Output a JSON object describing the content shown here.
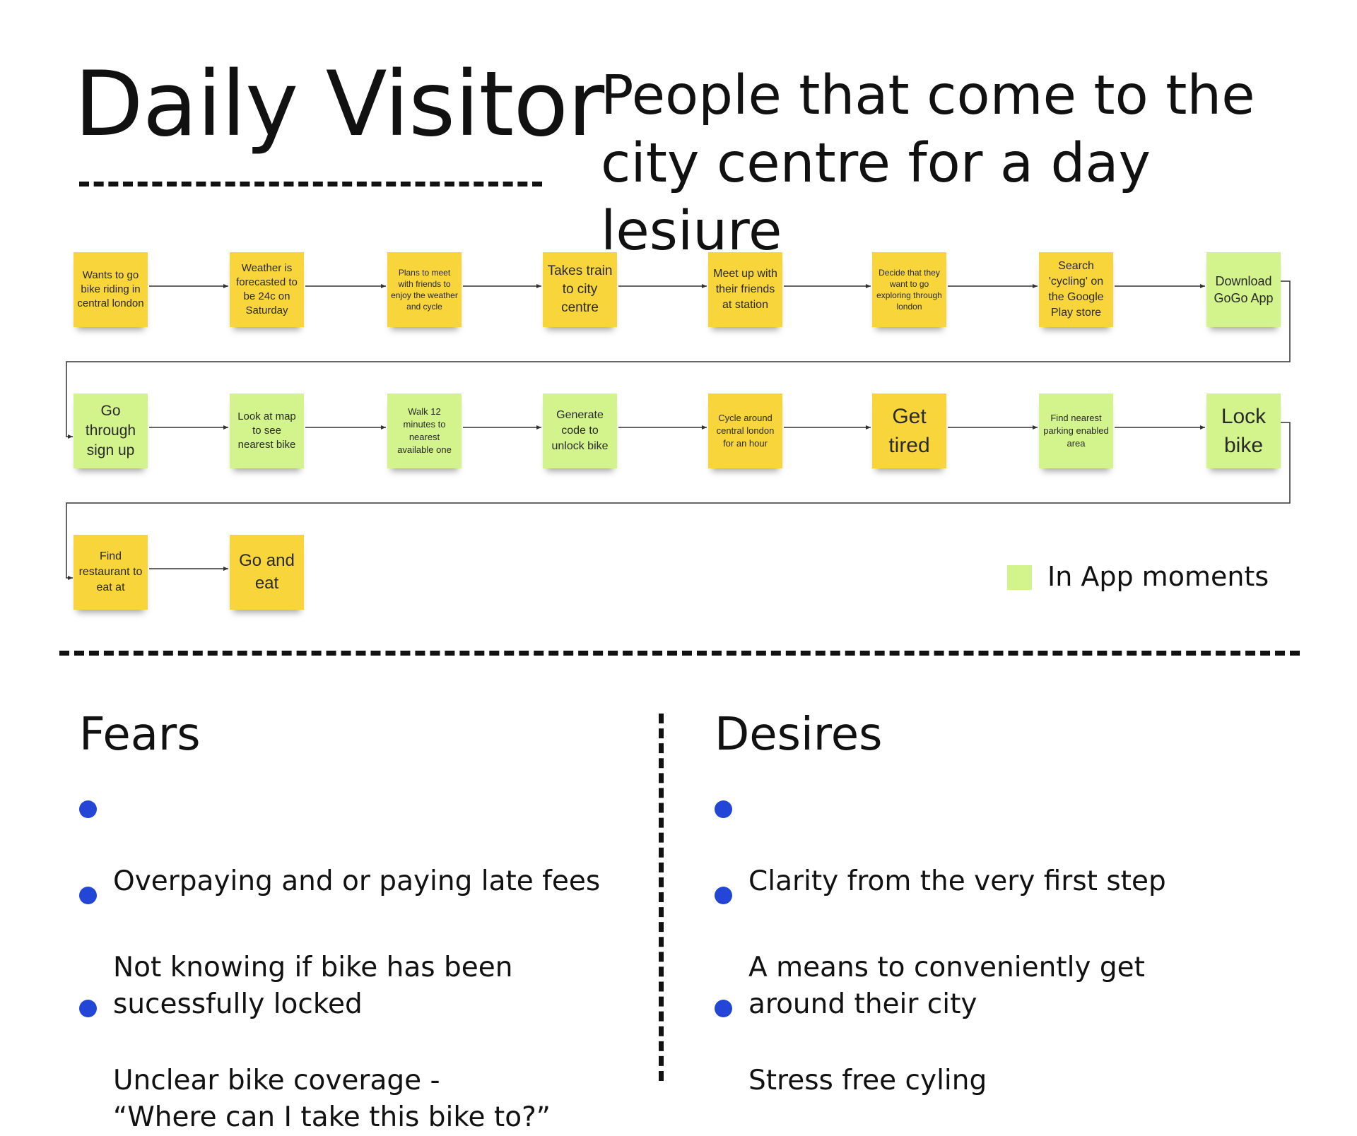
{
  "header": {
    "title": "Daily Visitor",
    "subtitle": "People that come to the city centre for a day lesiure"
  },
  "journey": [
    {
      "text": "Wants to go bike riding in central london",
      "in_app": false
    },
    {
      "text": "Weather is forecasted to be 24c on Saturday",
      "in_app": false
    },
    {
      "text": "Plans to meet with friends to enjoy the weather and cycle",
      "in_app": false
    },
    {
      "text": "Takes train to city centre",
      "in_app": false
    },
    {
      "text": "Meet up with their friends at station",
      "in_app": false
    },
    {
      "text": "Decide that they want to go exploring through london",
      "in_app": false
    },
    {
      "text": "Search 'cycling' on the Google Play store",
      "in_app": false
    },
    {
      "text": "Download GoGo App",
      "in_app": true
    },
    {
      "text": "Go through sign up",
      "in_app": true
    },
    {
      "text": "Look at map to see nearest bike",
      "in_app": true
    },
    {
      "text": "Walk 12 minutes to nearest available one",
      "in_app": true
    },
    {
      "text": "Generate code to unlock bike",
      "in_app": true
    },
    {
      "text": "Cycle around central london for an hour",
      "in_app": false
    },
    {
      "text": "Get tired",
      "in_app": false
    },
    {
      "text": "Find nearest parking enabled area",
      "in_app": true
    },
    {
      "text": "Lock bike",
      "in_app": true
    },
    {
      "text": "Find restaurant to eat at",
      "in_app": false
    },
    {
      "text": "Go and eat",
      "in_app": false
    }
  ],
  "legend": {
    "label": "In App moments",
    "color": "#d3f38c"
  },
  "colors": {
    "offline_note": "#f8d53b",
    "in_app_note": "#d3f38c",
    "bullet": "#2446d6"
  },
  "fears": {
    "heading": "Fears",
    "items": [
      "Overpaying and or paying late fees",
      "Not knowing if bike has been\nsucessfully locked",
      "Unclear bike coverage -\n“Where can I take this bike to?”"
    ]
  },
  "desires": {
    "heading": "Desires",
    "items": [
      "Clarity from the very first step",
      "A means to conveniently get\naround their city",
      "Stress free cyling"
    ]
  }
}
